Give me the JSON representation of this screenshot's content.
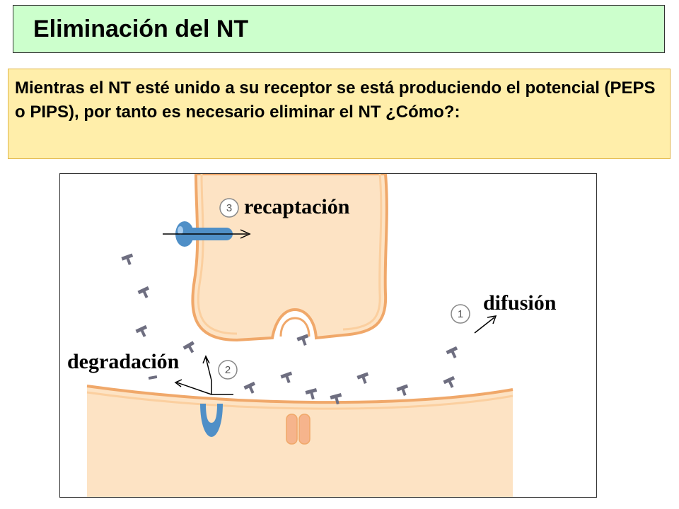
{
  "title": "Eliminación del NT",
  "description": "Mientras el NT esté unido a su receptor se está produciendo el potencial (PEPS o PIPS), por tanto es necesario eliminar el NT ¿Cómo?:",
  "diagram": {
    "labels": {
      "reuptake": "recaptación",
      "diffusion": "difusión",
      "degradation": "degradación"
    },
    "step_numbers": {
      "diffusion": "1",
      "degradation": "2",
      "reuptake": "3"
    },
    "colors": {
      "membrane_fill": "#fde3c4",
      "membrane_stroke": "#f0a86a",
      "transporter": "#4f8fc7",
      "channel": "#f6b48c",
      "neurotransmitter": "#6e6e80"
    }
  }
}
